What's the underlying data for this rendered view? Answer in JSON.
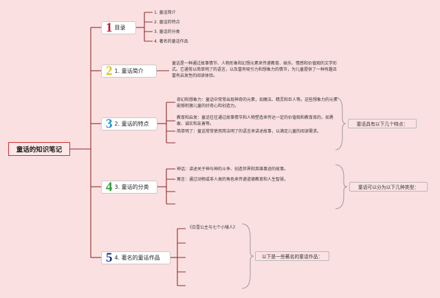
{
  "root": {
    "label": "童话的知识笔记"
  },
  "sections": [
    {
      "num": "1",
      "label": "目录",
      "color": "#c0142e"
    },
    {
      "num": "2",
      "label": "1. 童话简介",
      "color": "#d9c31c"
    },
    {
      "num": "3",
      "label": "2. 童话的特点",
      "color": "#1c8fd0"
    },
    {
      "num": "4",
      "label": "3. 童话的分类",
      "color": "#2f9a3a"
    },
    {
      "num": "5",
      "label": "4. 著名的童话作品",
      "color": "#1e2f86"
    }
  ],
  "toc": [
    "1. 童话简介",
    "2. 童话的特点",
    "3. 童话的分类",
    "4. 著名的童话作品"
  ],
  "intro": "童话是一种通过故事情节、人物形象和幻想元素来传递教育、娱乐、情感和价值观的文学形式。它通常以简单明了的语言，以及富有吸引力和想象力的情节，为儿童提供了一种有趣且富有启发性的阅读体验。",
  "features": [
    "奇幻和想象力：童话中常常出现神奇的元素，如魔法、精灵和巨人等。这些想象力的元素能够刺激儿童的好奇心和创造力。",
    "教育和启发：童话往往通过故事情节和人物塑造来传达一定的价值观和教育目的，如勇敢、诚实和友善等。",
    "简单明了：童话常常使用简洁明了的语言来讲述故事，以满足儿童的阅读需求。"
  ],
  "features_summary": "童话具有以下几个特点：",
  "categories": [
    "神话：讲述关于神与神的斗争、创造世界和英雄事迹的故事。",
    "寓言：通过动物或非人类的角色来传递道德教育和人生智慧。"
  ],
  "categories_summary": "童话可以分为以下几种类型：",
  "works": [
    "《白雪公主与七个小矮人》"
  ],
  "works_summary": "以下是一些著名的童话作品：",
  "colors": {
    "line": "#8b2a2a",
    "background": "#fbe0e1",
    "bracket": "#9a9a9a"
  }
}
